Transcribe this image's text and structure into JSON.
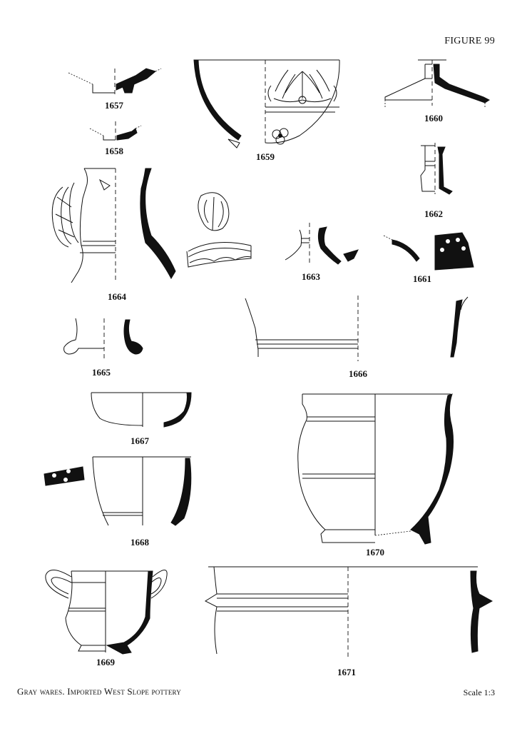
{
  "figure": {
    "label": "FIGURE 99"
  },
  "catalog_numbers": {
    "n1657": "1657",
    "n1658": "1658",
    "n1659": "1659",
    "n1660": "1660",
    "n1661": "1661",
    "n1662": "1662",
    "n1663": "1663",
    "n1664": "1664",
    "n1665": "1665",
    "n1666": "1666",
    "n1667": "1667",
    "n1668": "1668",
    "n1669": "1669",
    "n1670": "1670",
    "n1671": "1671"
  },
  "caption": {
    "text": "Gray wares. Imported West Slope pottery"
  },
  "scale": {
    "text": "Scale 1:3"
  }
}
